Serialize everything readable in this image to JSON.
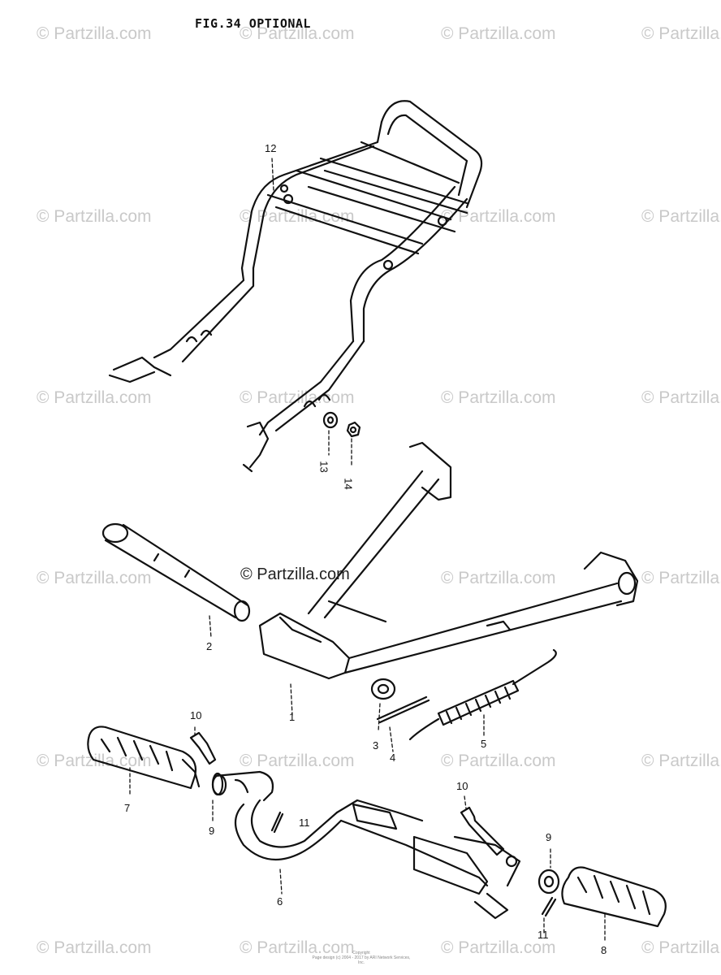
{
  "title": "FIG.34  OPTIONAL",
  "watermark": "© Partzilla.com",
  "center_watermark": "© Partzilla.com",
  "callouts": {
    "c1": "1",
    "c2": "2",
    "c3": "3",
    "c4": "4",
    "c5": "5",
    "c6": "6",
    "c7": "7",
    "c8": "8",
    "c9a": "9",
    "c9b": "9",
    "c10a": "10",
    "c10b": "10",
    "c11a": "11",
    "c11b": "11",
    "c12": "12",
    "c13": "13",
    "c14": "14"
  },
  "footer": {
    "line1": "Copyright",
    "line2": "Page design (c) 2004 - 2017 by ARI Network Services, Inc."
  }
}
